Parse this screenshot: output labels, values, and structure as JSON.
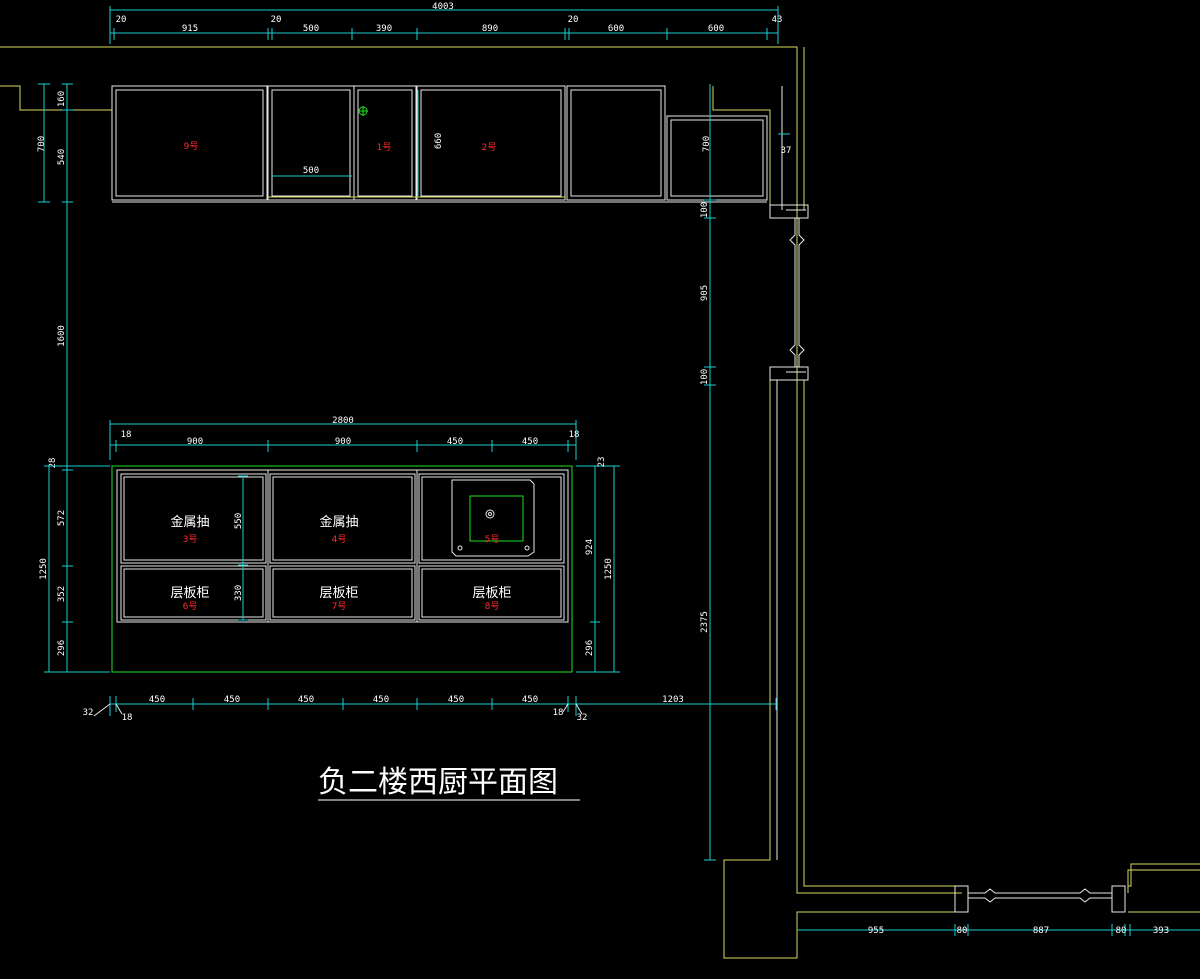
{
  "drawing": {
    "title": "负二楼西厨平面图",
    "colors": {
      "background": "#000000",
      "dimension_line": "#19d0d0",
      "cabinet_line": "#e8e8e8",
      "wall_line": "#d8d860",
      "sink_line": "#20e020",
      "cabinet_number": "#ff2a2a"
    },
    "top_dims": {
      "total": "4003",
      "segments": [
        "20",
        "915",
        "20",
        "500",
        "390",
        "890",
        "20",
        "600",
        "600",
        "43"
      ]
    },
    "upper_cabinet_side_dims": [
      "700",
      "160",
      "540"
    ],
    "upper_cabinet_inner": {
      "width": "500",
      "height": "660"
    },
    "upper_cabinet_right": {
      "height": "700",
      "gap": "37"
    },
    "upper_numbers": [
      "9号",
      "1号",
      "2号"
    ],
    "vertical_left": {
      "span": "1600",
      "top_offset": "28"
    },
    "right_wall_dims": [
      "100",
      "905",
      "100",
      "2375"
    ],
    "island": {
      "total": "2800",
      "edge": "18",
      "top_segments": [
        "900",
        "900",
        "450",
        "450"
      ],
      "left_dims": [
        "1250",
        "572",
        "352",
        "296"
      ],
      "left_inner": "550",
      "left_inner2": "330",
      "right_dims": [
        "924",
        "1250",
        "296"
      ],
      "right_top": "23",
      "bottom_segments": [
        "450",
        "450",
        "450",
        "450",
        "450",
        "450"
      ],
      "bottom_right_extension": "1203",
      "bottom_left": [
        "32",
        "18"
      ],
      "bottom_right": [
        "18",
        "32"
      ],
      "cells": [
        {
          "label": "金属抽",
          "number": "3号"
        },
        {
          "label": "金属抽",
          "number": "4号"
        },
        {
          "label": "",
          "number": "5号"
        },
        {
          "label": "层板柜",
          "number": "6号"
        },
        {
          "label": "层板柜",
          "number": "7号"
        },
        {
          "label": "层板柜",
          "number": "8号"
        }
      ]
    },
    "bottom_window_dims": [
      "955",
      "80",
      "887",
      "80",
      "393"
    ]
  }
}
